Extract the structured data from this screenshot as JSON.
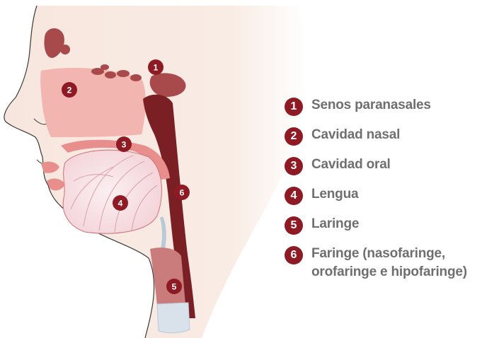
{
  "colors": {
    "marker": "#8e1a24",
    "label_text": "#6f6f6f",
    "skin": "#f7e6dd",
    "nasal_cavity": "#f2b5b0",
    "pharynx": "#7a1f24",
    "oral_cavity": "#e88e8c",
    "tongue": "#f6dfe2",
    "cartilage": "#b9c9d6"
  },
  "markers": [
    {
      "number": "1",
      "icon": "numbered-circle"
    },
    {
      "number": "2",
      "icon": "numbered-circle"
    },
    {
      "number": "3",
      "icon": "numbered-circle"
    },
    {
      "number": "4",
      "icon": "numbered-circle"
    },
    {
      "number": "5",
      "icon": "numbered-circle"
    },
    {
      "number": "6",
      "icon": "numbered-circle"
    }
  ],
  "legend": [
    {
      "number": "1",
      "label": "Senos paranasales"
    },
    {
      "number": "2",
      "label": "Cavidad nasal"
    },
    {
      "number": "3",
      "label": "Cavidad oral"
    },
    {
      "number": "4",
      "label": "Lengua"
    },
    {
      "number": "5",
      "label": "Laringe"
    },
    {
      "number": "6",
      "label": "Faringe (nasofaringe, orofaringe e hipofaringe)"
    }
  ]
}
